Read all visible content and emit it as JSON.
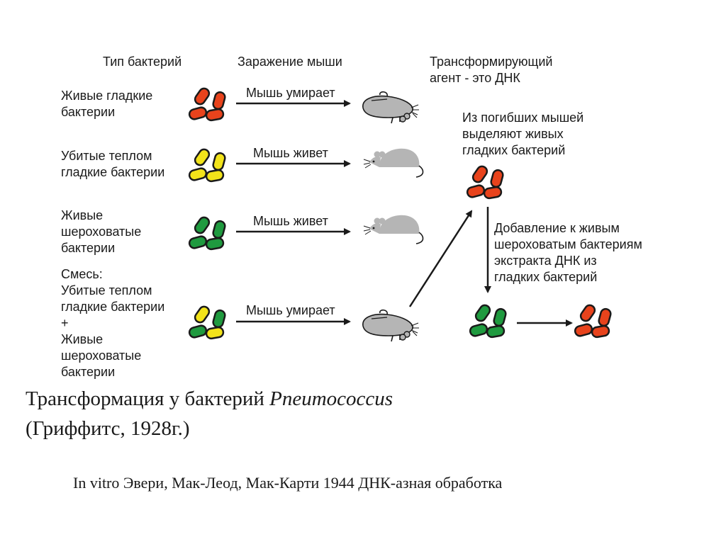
{
  "headers": {
    "bacteria_type": "Тип бактерий",
    "mouse_infection": "Заражение мыши",
    "transforming_agent": "Трансформирующий\nагент - это ДНК"
  },
  "rows": [
    {
      "label": "Живые гладкие\nбактерии",
      "result": "Мышь умирает"
    },
    {
      "label": "Убитые теплом\nгладкие бактерии",
      "result": "Мышь живет"
    },
    {
      "label": "Живые\nшероховатые\nбактерии",
      "result": "Мышь живет"
    },
    {
      "label": "Смесь:\nУбитые теплом\nгладкие бактерии\n+\nЖивые\nшероховатые\nбактерии",
      "result": "Мышь умирает"
    }
  ],
  "right_notes": {
    "isolated": "Из погибших мышей\nвыделяют живых\nгладких бактерий",
    "dna_added": "Добавление к живым\nшероховатым бактериям\nэкстракта ДНК из\nгладких бактерий"
  },
  "title": {
    "main": "Трансформация у бактерий ",
    "italic": "Pneumococcus",
    "sub": "(Гриффитс, 1928г.)"
  },
  "footer": "In vitro Эвери, Мак-Леод, Мак-Карти 1944 ДНК-азная обработка",
  "colors": {
    "smooth_live": "#e8431c",
    "smooth_killed": "#f2e31a",
    "rough_live": "#1f9a3f",
    "mouse": "#b5b5b5",
    "outline": "#1a1a1a"
  }
}
